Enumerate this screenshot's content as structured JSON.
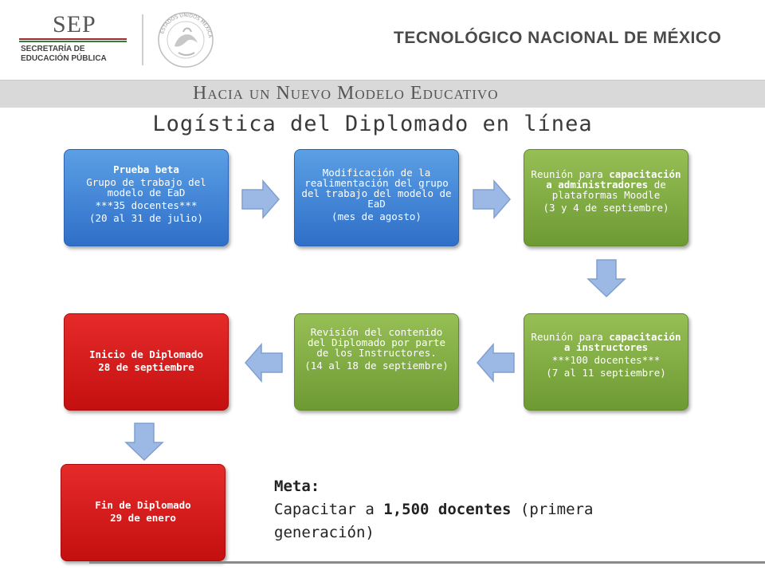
{
  "header": {
    "sep_title": "SEP",
    "sep_subtitle_1": "SECRETARÍA DE",
    "sep_subtitle_2": "EDUCACIÓN PÚBLICA",
    "seal_text": "ESTADOS UNIDOS MEXICANOS",
    "institution": "TECNOLÓGICO NACIONAL DE MÉXICO",
    "band_text": "Hacia un Nuevo Modelo Educativo"
  },
  "slide": {
    "title": "Logística del Diplomado en línea"
  },
  "steps": {
    "s1": {
      "line1": "Prueba beta",
      "line2": "Grupo de trabajo del modelo de EaD",
      "line3": "***35 docentes***",
      "line4": "(20 al 31 de julio)"
    },
    "s2": {
      "line1": "Modificación de la realimentación del grupo del trabajo del modelo de EaD",
      "line2": "(mes de agosto)"
    },
    "s3": {
      "line1a": "Reunión para ",
      "line1b": "capacitación a administradores",
      "line1c": " de plataformas Moodle",
      "line2": "(3 y 4 de septiembre)"
    },
    "s4": {
      "line1a": "Reunión para ",
      "line1b": "capacitación a instructores",
      "line2": "***100 docentes***",
      "line3": "(7 al 11 septiembre)"
    },
    "s5": {
      "line1": "Revisión del contenido del Diplomado por parte de los Instructores.",
      "line2": "(14 al 18 de septiembre)"
    },
    "s6": {
      "line1": "Inicio de Diplomado",
      "line2": "28 de septiembre"
    },
    "s7": {
      "line1": "Fin de Diplomado",
      "line2": "29 de enero"
    }
  },
  "goal": {
    "label": "Meta:",
    "text_a": "Capacitar a ",
    "text_b": "1,500 docentes",
    "text_c": " (primera generación)"
  },
  "colors": {
    "blue": "#2f6fc8",
    "green": "#6e9a34",
    "red": "#c41010",
    "arrow": "#8fb0e0"
  }
}
